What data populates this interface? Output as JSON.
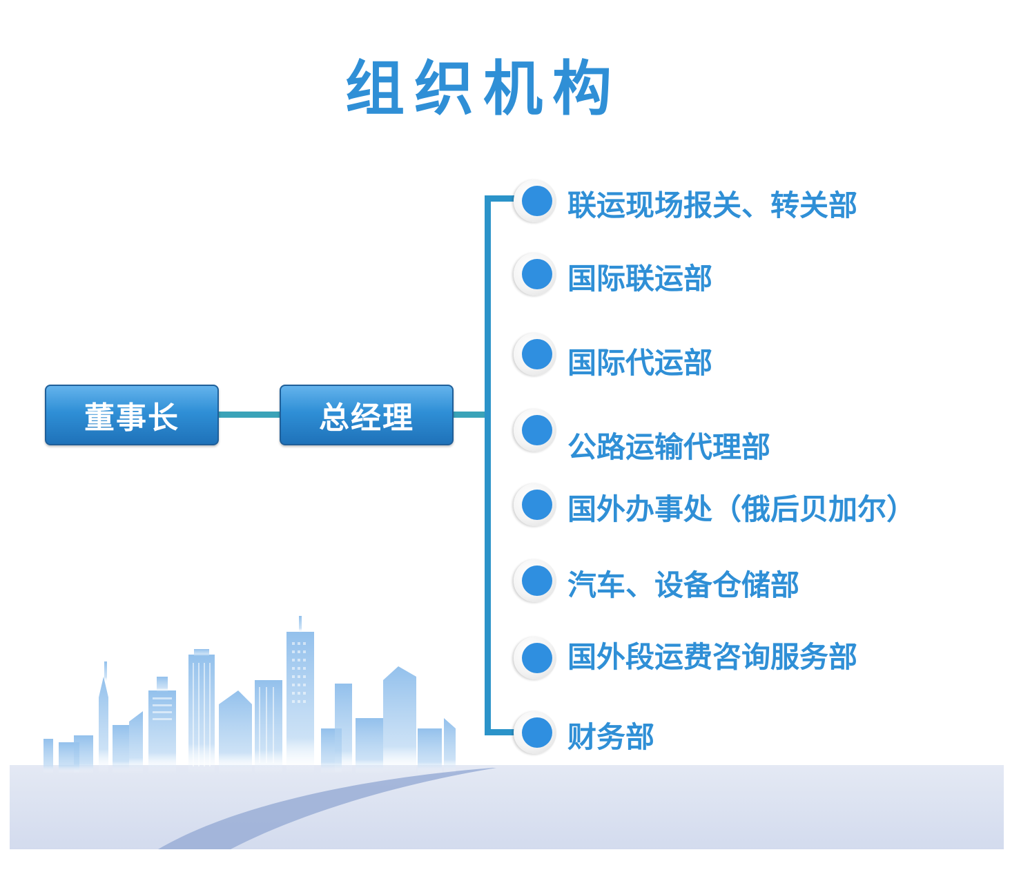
{
  "title": "组织机构",
  "chairman": "董事长",
  "general_manager": "总经理",
  "departments": [
    "联运现场报关、转关部",
    "国际联运部",
    "国际代运部",
    "公路运输代理部",
    "国外办事处（俄后贝加尔）",
    "汽车、设备仓储部",
    "国外段运费咨询服务部",
    "财务部"
  ],
  "colors": {
    "title": "#2f8fd6",
    "box": "#2f8fd6",
    "connector": "#3aa3b8",
    "trunk": "#2b93c9",
    "dot": "#2f8fe0"
  }
}
